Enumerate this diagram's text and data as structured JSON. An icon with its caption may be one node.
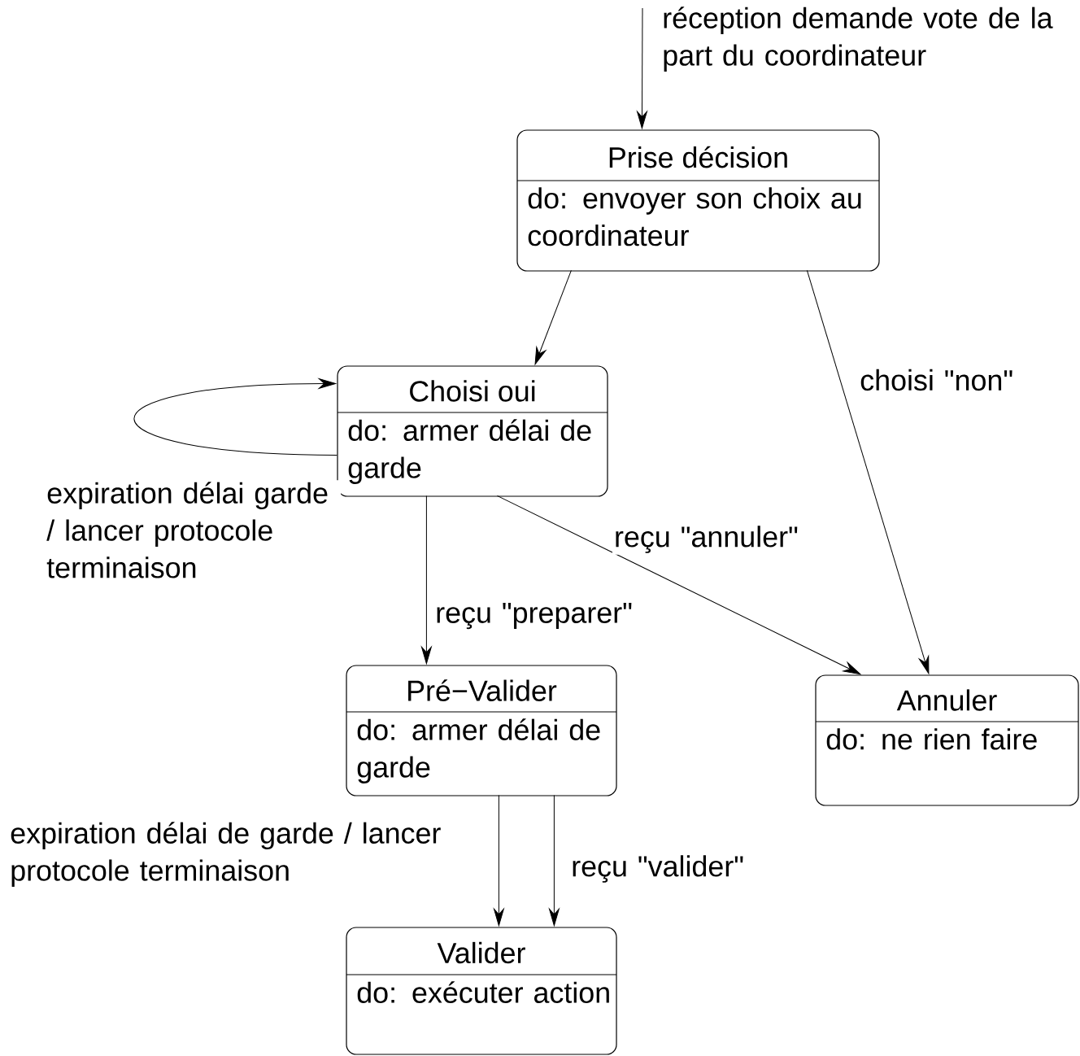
{
  "diagram": {
    "nodes": [
      {
        "text": [
          "Prise décision",
          "do: envoyer son choix au coordinateur"
        ]
      },
      {
        "text": [
          "Choisi oui",
          "do: armer délai de garde"
        ]
      },
      {
        "text": [
          "Pré−Valider",
          "do: armer délai de garde"
        ]
      },
      {
        "text": [
          "Annuler",
          "do: ne rien faire"
        ]
      },
      {
        "text": [
          "Valider",
          "do: exécuter action"
        ]
      }
    ],
    "edges": [
      {
        "from": null,
        "to": 0,
        "arrow": "to",
        "label": "réception demande vote de la part du coordinateur"
      },
      {
        "from": 0,
        "to": 1,
        "arrow": "to"
      },
      {
        "from": 0,
        "to": 3,
        "arrow": "to",
        "label": "choisi \"non\""
      },
      {
        "from": 1,
        "to": 1,
        "arrow": "to",
        "label": "expiration délai garde / lancer protocole terminaison"
      },
      {
        "from": 1,
        "to": 3,
        "arrow": "to",
        "label": "reçu \"annuler\""
      },
      {
        "from": 1,
        "to": 2,
        "arrow": "to",
        "label": "reçu \"preparer\""
      },
      {
        "from": 2,
        "to": 4,
        "arrow": "to",
        "label": "expiration délai de garde / lancer protocole terminaison"
      },
      {
        "from": 2,
        "to": 4,
        "arrow": "to",
        "label": "reçu \"valider\""
      }
    ]
  }
}
